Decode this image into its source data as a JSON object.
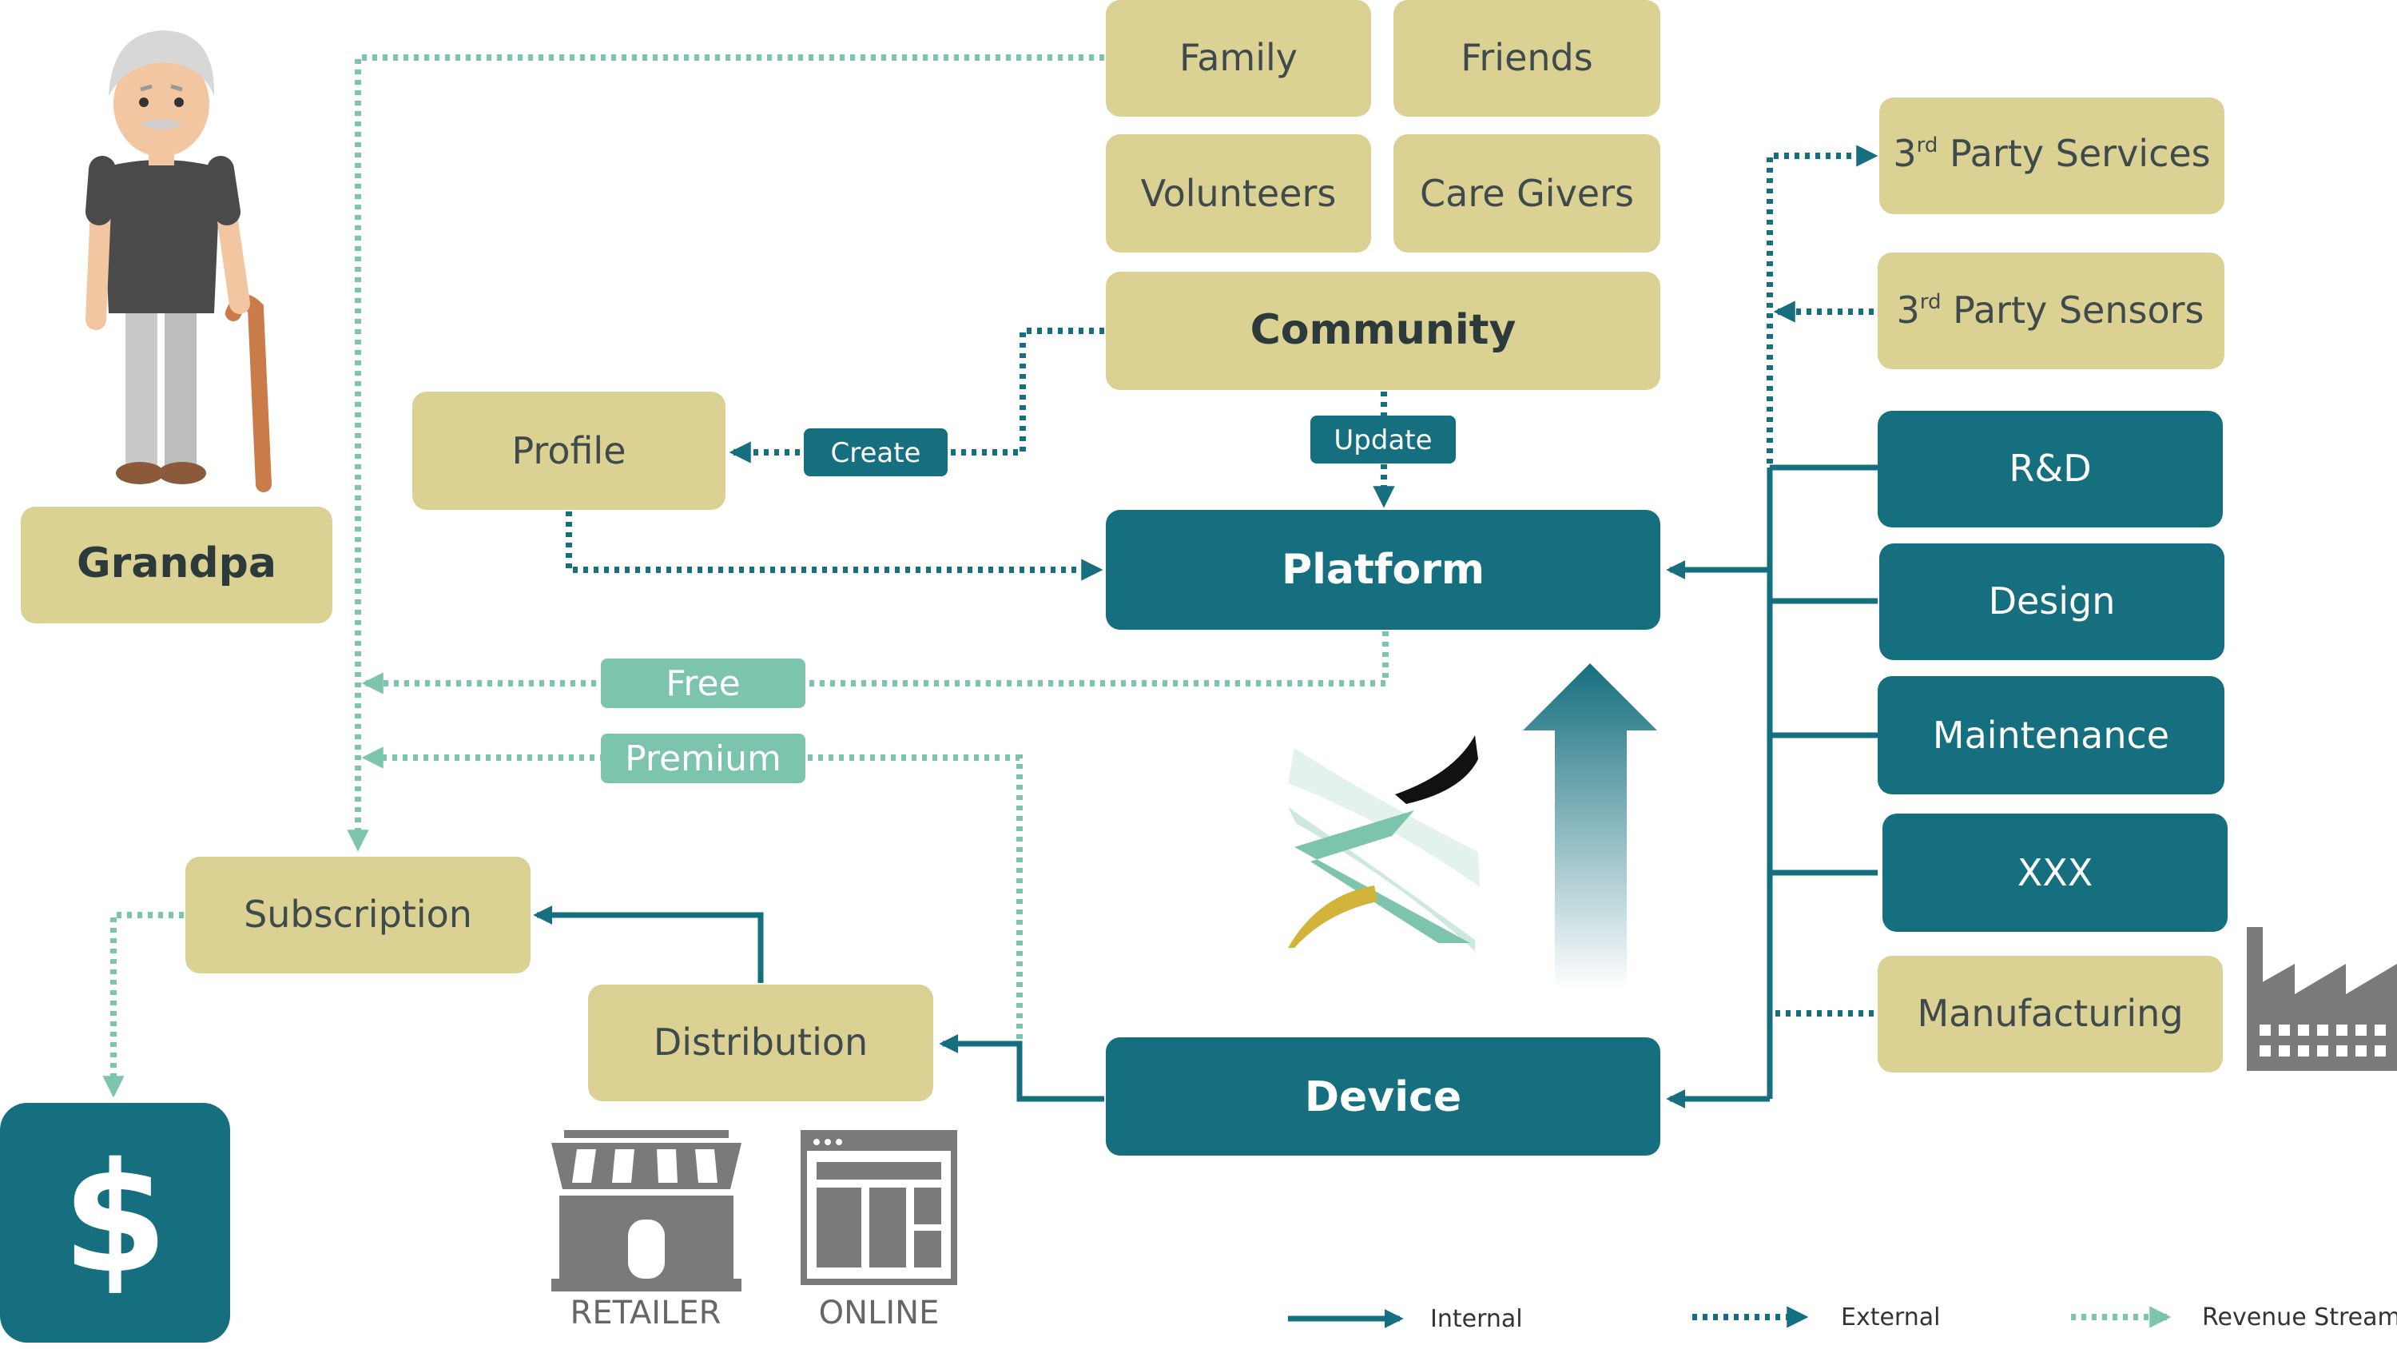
{
  "colors": {
    "tan": "#dbd192",
    "teal": "#156f7f",
    "revenue": "#7cc4ae",
    "gray_icon": "#7a7a7a"
  },
  "persona": {
    "label": "Grandpa",
    "icon": "grandpa-figure-icon"
  },
  "community_members": [
    "Family",
    "Friends",
    "Volunteers",
    "Care Givers"
  ],
  "community": {
    "label": "Community"
  },
  "profile": {
    "label": "Profile"
  },
  "platform": {
    "label": "Platform"
  },
  "device": {
    "label": "Device"
  },
  "subscription": {
    "label": "Subscription"
  },
  "distribution": {
    "label": "Distribution"
  },
  "third_party": {
    "services": {
      "prefix": "3",
      "sup": "rd",
      "rest": " Party Services"
    },
    "sensors": {
      "prefix": "3",
      "sup": "rd",
      "rest": " Party Sensors"
    }
  },
  "internal_units": [
    "R&D",
    "Design",
    "Maintenance",
    "XXX"
  ],
  "manufacturing": {
    "label": "Manufacturing",
    "icon": "factory-icon"
  },
  "tags": {
    "create": "Create",
    "update": "Update",
    "free": "Free",
    "premium": "Premium"
  },
  "channels": [
    {
      "label": "RETAILER",
      "icon": "storefront-icon"
    },
    {
      "label": "ONLINE",
      "icon": "web-page-icon"
    }
  ],
  "money": {
    "symbol": "$",
    "icon": "dollar-icon"
  },
  "legend": [
    {
      "label": "Internal",
      "style": "solid"
    },
    {
      "label": "External",
      "style": "dotted"
    },
    {
      "label": "Revenue Stream",
      "style": "dotted-light"
    }
  ]
}
